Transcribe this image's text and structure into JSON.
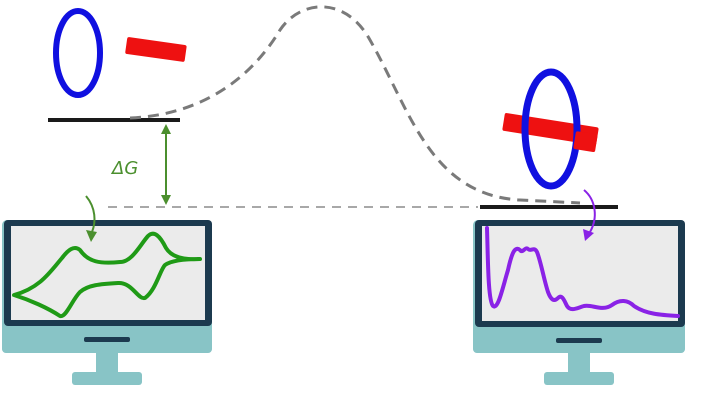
{
  "energy_label": "ΔG",
  "colors": {
    "ring": "#1010e0",
    "rod": "#ee1111",
    "energy_curve": "#7a7a7a",
    "level_line": "#1a1a1a",
    "reference_line": "#a8a8a8",
    "delta_arrow": "#4b8f2e",
    "voltammogram": "#1f9a16",
    "spectrum": "#8a22e6",
    "monitor_frame": "#1c3a4f",
    "monitor_screen": "#ebebeb",
    "monitor_stand": "#88c4c6",
    "curved_arrow_left": "#4b8f2e",
    "curved_arrow_right": "#8a22e6"
  },
  "left_state": {
    "icons": [
      "ring-icon",
      "rod-icon"
    ],
    "description_icon": "unbound-ring-and-rod"
  },
  "right_state": {
    "icons": [
      "ring-threaded-on-rod-icon"
    ]
  },
  "monitors": [
    {
      "name": "left-monitor",
      "display": "cyclic-voltammogram"
    },
    {
      "name": "right-monitor",
      "display": "absorption-spectrum"
    }
  ]
}
